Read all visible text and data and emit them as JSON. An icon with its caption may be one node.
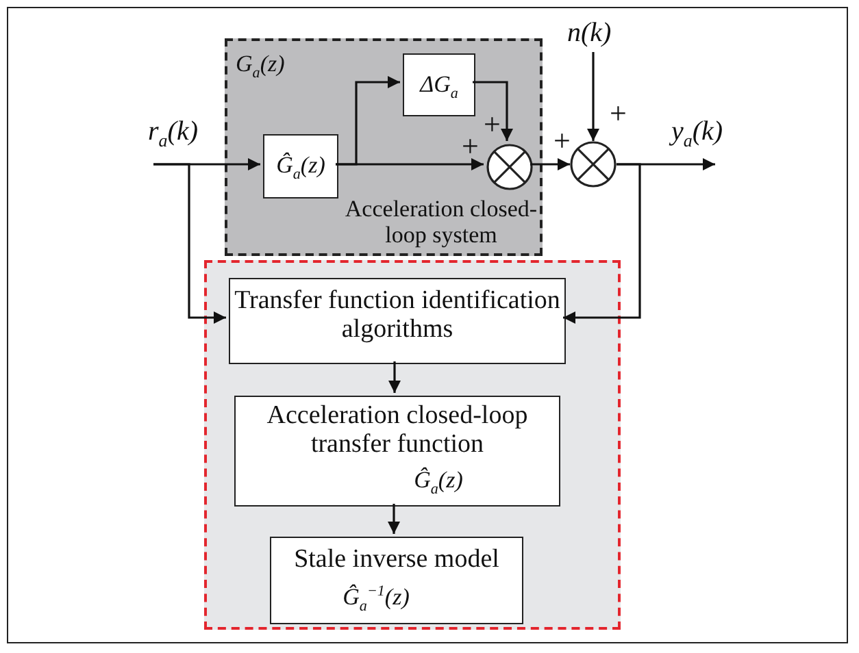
{
  "diagram": {
    "nodes": [
      {
        "text": [
          "G$_{a}$(z)",
          "Acceleration closed-loop system"
        ]
      },
      {
        "text": [
          "Ĝ$_{a}$(z)"
        ],
        "in": 0
      },
      {
        "text": [
          "ΔG$_{a}$"
        ],
        "in": 0
      },
      {
        "text": [],
        "shape": "circle",
        "in": 0
      },
      {
        "text": [],
        "shape": "circle"
      },
      {
        "text": [],
        "shape": "box"
      },
      {
        "text": [
          "Transfer function identification algorithms"
        ],
        "in": 5
      },
      {
        "text": [
          "Acceleration closed-loop transfer function",
          "Ĝ$_{a}$(z)"
        ],
        "in": 5
      },
      {
        "text": [
          "Stale inverse model",
          "Ĝ$_{a}$$^{−1}$(z)"
        ],
        "in": 5
      }
    ],
    "edges": [
      {
        "from": null,
        "to": 1,
        "arrow": "to",
        "label": "r$_{a}$(k)"
      },
      {
        "from": null,
        "to": 6,
        "arrow": "to"
      },
      {
        "from": 1,
        "to": 2,
        "arrow": "to"
      },
      {
        "from": 1,
        "to": 3,
        "arrow": "to"
      },
      {
        "from": 2,
        "to": 3,
        "arrow": "to"
      },
      {
        "from": 3,
        "to": 4,
        "arrow": "to"
      },
      {
        "from": null,
        "to": 4,
        "arrow": "to",
        "label": "n(k)"
      },
      {
        "from": 4,
        "to": null,
        "arrow": "to",
        "label": "y$_{a}$(k)"
      },
      {
        "from": 4,
        "to": 6,
        "arrow": "to"
      },
      {
        "from": 6,
        "to": 7,
        "arrow": "to"
      },
      {
        "from": 7,
        "to": 8,
        "arrow": "to"
      }
    ],
    "labels": [
      "+",
      "+",
      "+",
      "+"
    ]
  }
}
